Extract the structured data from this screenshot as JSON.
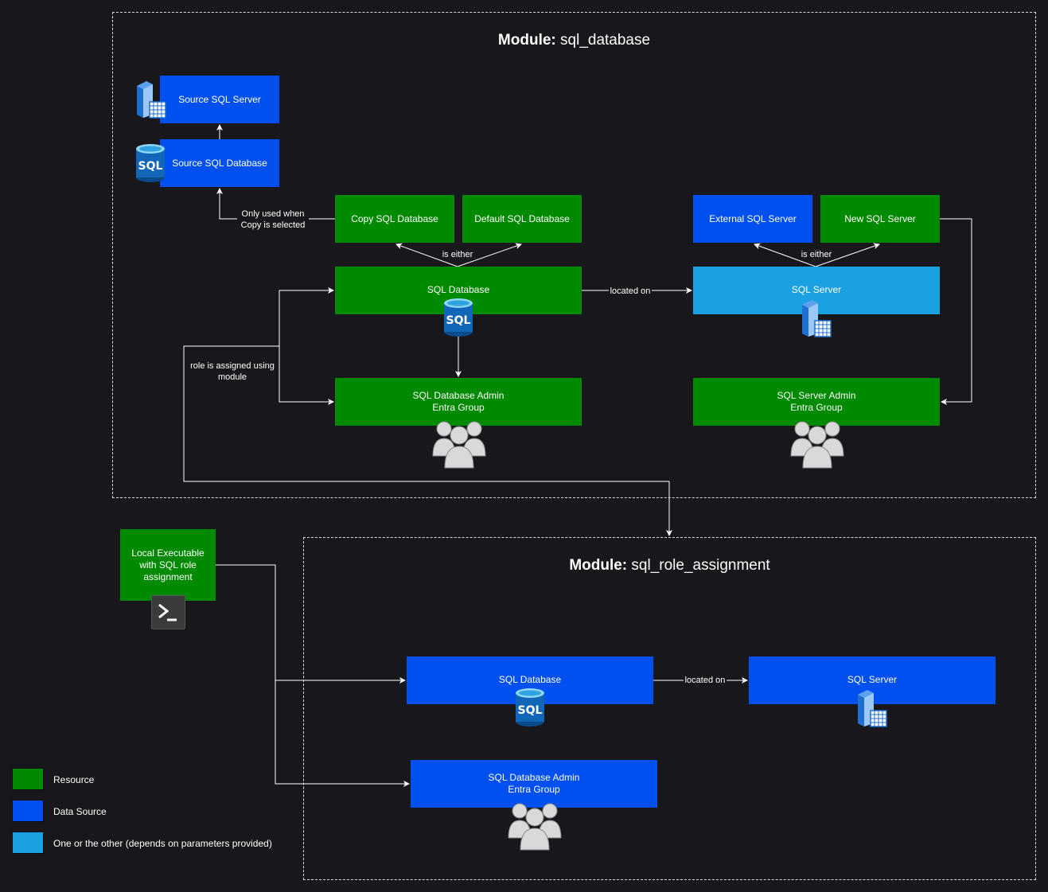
{
  "colors": {
    "resource": "#008a00",
    "data_source": "#0050ef",
    "either": "#1ba1e2",
    "background": "#18171c"
  },
  "module1": {
    "prefix": "Module:",
    "name": "sql_database"
  },
  "module2": {
    "prefix": "Module:",
    "name": "sql_role_assignment"
  },
  "nodes": {
    "source_sql_server": "Source SQL Server",
    "source_sql_database": "Source SQL Database",
    "copy_sql_database": "Copy SQL Database",
    "default_sql_database": "Default SQL Database",
    "external_sql_server": "External SQL Server",
    "new_sql_server": "New SQL Server",
    "sql_database": "SQL Database",
    "sql_server": "SQL Server",
    "sql_database_admin": "SQL Database Admin\nEntra Group",
    "sql_server_admin": "SQL Server Admin\nEntra Group",
    "local_executable": "Local Executable\nwith SQL role\nassignment",
    "m2_sql_database": "SQL Database",
    "m2_sql_server": "SQL Server",
    "m2_sql_database_admin": "SQL Database Admin\nEntra Group"
  },
  "edge_labels": {
    "only_used_when": "Only used when\nCopy is selected",
    "is_either_db": "is either",
    "is_either_server": "is either",
    "located_on": "located on",
    "role_assigned": "role is assigned using\nmodule",
    "m2_located_on": "located on"
  },
  "icon_text": {
    "sql": "SQL"
  },
  "legend": [
    {
      "label": "Resource",
      "color": "#008a00"
    },
    {
      "label": "Data Source",
      "color": "#0050ef"
    },
    {
      "label": "One or the other (depends on parameters provided)",
      "color": "#1ba1e2"
    }
  ]
}
